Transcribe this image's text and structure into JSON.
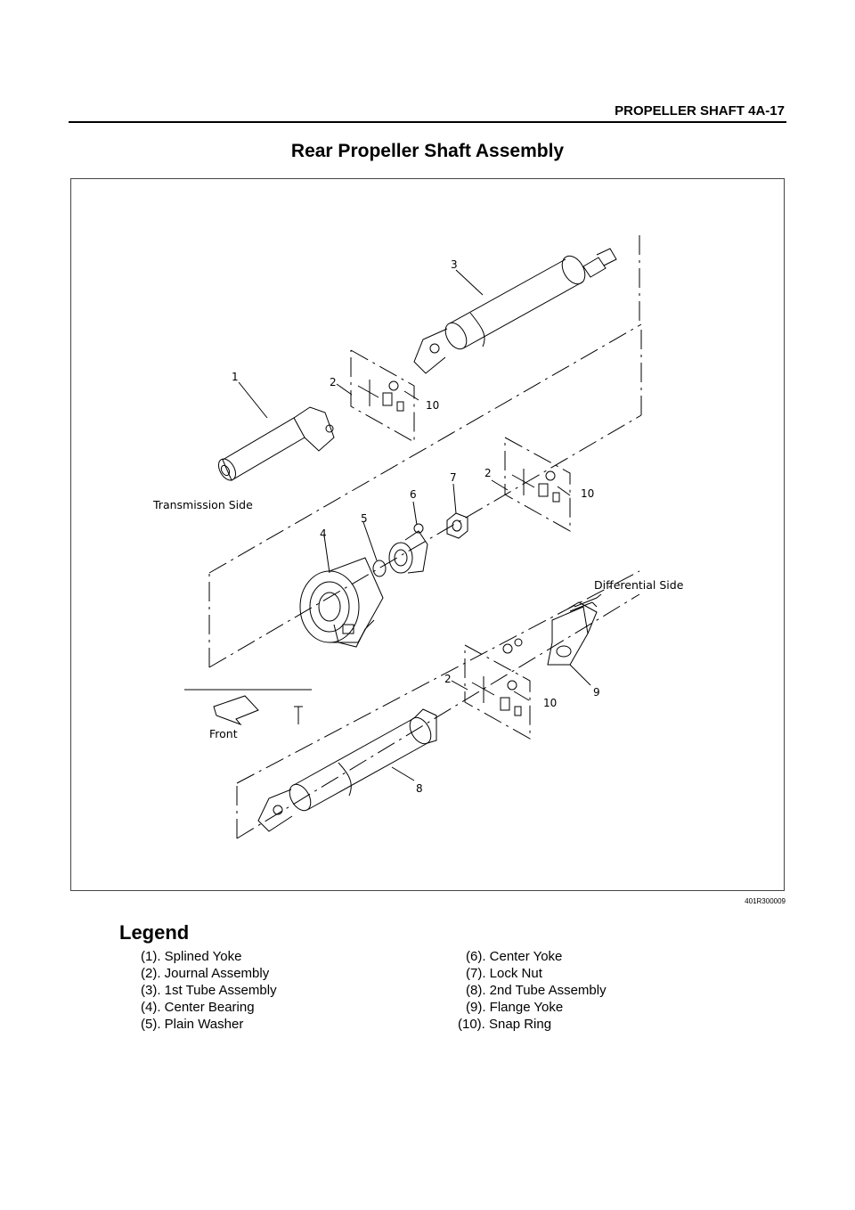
{
  "header": {
    "section": "PROPELLER SHAFT  4A-17"
  },
  "title": "Rear Propeller Shaft Assembly",
  "figure": {
    "code": "401R300009",
    "labels": {
      "transmission_side": "Transmission Side",
      "differential_side": "Differential Side",
      "front": "Front"
    },
    "callouts": [
      "1",
      "2",
      "3",
      "10",
      "2",
      "10",
      "4",
      "5",
      "6",
      "7",
      "2",
      "10",
      "8",
      "9"
    ]
  },
  "legend": {
    "title": "Legend",
    "left": [
      "(1). Splined Yoke",
      "(2). Journal Assembly",
      "(3). 1st Tube Assembly",
      "(4). Center Bearing",
      "(5). Plain Washer"
    ],
    "right": [
      "(6). Center Yoke",
      "(7). Lock Nut",
      "(8). 2nd Tube Assembly",
      "(9). Flange Yoke",
      "(10). Snap Ring"
    ]
  }
}
